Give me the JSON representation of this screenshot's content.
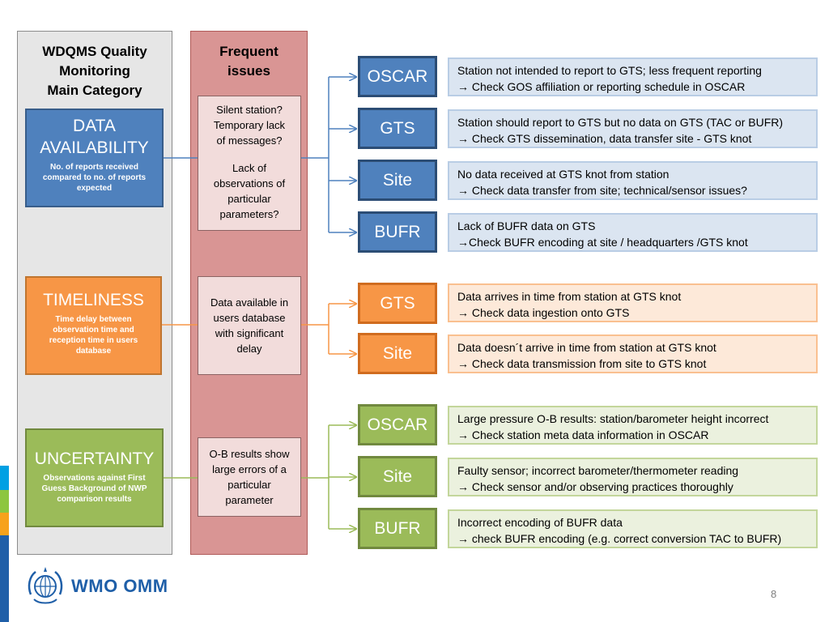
{
  "header_left": [
    "WDQMS Quality",
    "Monitoring",
    "Main Category"
  ],
  "header_mid": [
    "Frequent",
    "issues"
  ],
  "categories": {
    "availability": {
      "title": [
        "DATA",
        "AVAILABILITY"
      ],
      "desc": [
        "No. of reports received",
        "compared to no. of reports",
        "expected"
      ],
      "color": "#4f81bd"
    },
    "timeliness": {
      "title": [
        "TIMELINESS"
      ],
      "desc": [
        "Time delay between",
        "observation time and",
        "reception time in users",
        "database"
      ],
      "color": "#f79646"
    },
    "uncertainty": {
      "title": [
        "UNCERTAINTY"
      ],
      "desc": [
        "Observations against First",
        "Guess Background of NWP",
        "comparison results"
      ],
      "color": "#9bbb59"
    }
  },
  "issues": {
    "availability": [
      [
        "Silent station?",
        "Temporary lack",
        "of messages?"
      ],
      [
        "Lack of",
        "observations of",
        "particular",
        "parameters?"
      ]
    ],
    "timeliness": [
      [
        "Data available in",
        "users database",
        "with significant",
        "delay"
      ]
    ],
    "uncertainty": [
      [
        "O-B results show",
        "large errors of a",
        "particular",
        "parameter"
      ]
    ]
  },
  "checks": [
    {
      "key": "OSCAR",
      "lines": [
        "Station not intended to report to GTS; less frequent reporting",
        "→ Check GOS affiliation or reporting schedule in OSCAR"
      ]
    },
    {
      "key": "GTS",
      "lines": [
        "Station should report to GTS but no data on GTS (TAC or BUFR)",
        "→ Check GTS dissemination, data transfer site - GTS knot"
      ]
    },
    {
      "key": "Site",
      "lines": [
        "No data received at GTS knot from station",
        "→ Check data transfer from site; technical/sensor issues?"
      ]
    },
    {
      "key": "BUFR",
      "lines": [
        "Lack of BUFR data on GTS",
        "→Check BUFR encoding at site / headquarters /GTS knot"
      ]
    },
    {
      "key": "GTS",
      "lines": [
        "Data arrives in time from station at GTS knot",
        "→ Check data ingestion onto GTS"
      ]
    },
    {
      "key": "Site",
      "lines": [
        "Data doesn´t arrive in time from station at GTS knot",
        "→ Check data transmission from site to GTS knot"
      ]
    },
    {
      "key": "OSCAR",
      "lines": [
        "Large pressure O-B results: station/barometer height incorrect",
        "→ Check station meta data information in OSCAR"
      ]
    },
    {
      "key": "Site",
      "lines": [
        "Faulty sensor; incorrect barometer/thermometer reading",
        "→ Check sensor and/or observing practices thoroughly"
      ]
    },
    {
      "key": "BUFR",
      "lines": [
        "Incorrect encoding of BUFR data",
        "→ check BUFR encoding (e.g. correct conversion TAC to BUFR)"
      ]
    }
  ],
  "footer": {
    "logo_text": "WMO OMM",
    "page_number": "8"
  },
  "colors": {
    "blue": "#4f81bd",
    "orange": "#f79646",
    "green": "#9bbb59",
    "gray_col": "#e6e6e6",
    "red_col": "#d99594"
  }
}
